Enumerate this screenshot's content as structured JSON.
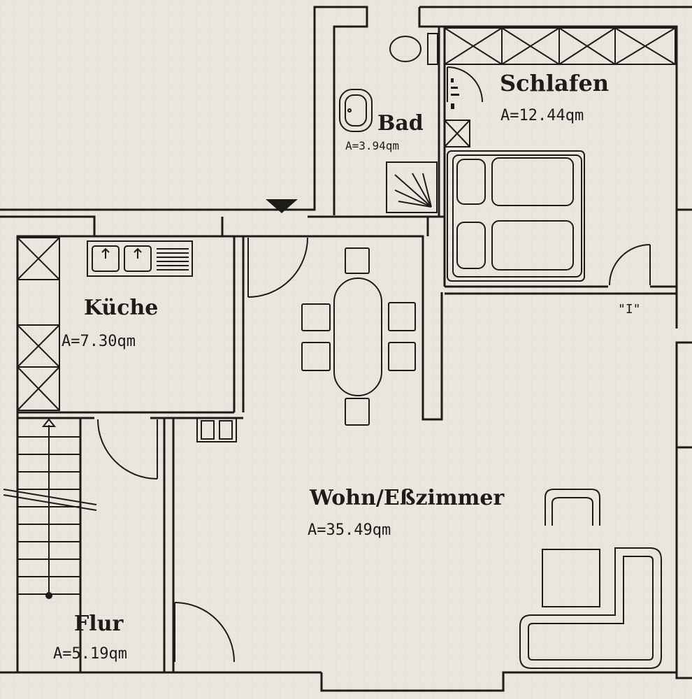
{
  "rooms": {
    "schlafen": {
      "name": "Schlafen",
      "area": "A=12.44qm"
    },
    "bad": {
      "name": "Bad",
      "area": "A=3.94qm"
    },
    "kueche": {
      "name": "Küche",
      "area": "A=7.30qm"
    },
    "wohn": {
      "name": "Wohn/Eßzimmer",
      "area": "A=35.49qm"
    },
    "flur": {
      "name": "Flur",
      "area": "A=5.19qm"
    }
  },
  "marks": {
    "small_label": "\"I\""
  },
  "colors": {
    "paper": "#e9e6dd",
    "ink": "#1d1c1a",
    "grid": "#d9d5ca"
  }
}
